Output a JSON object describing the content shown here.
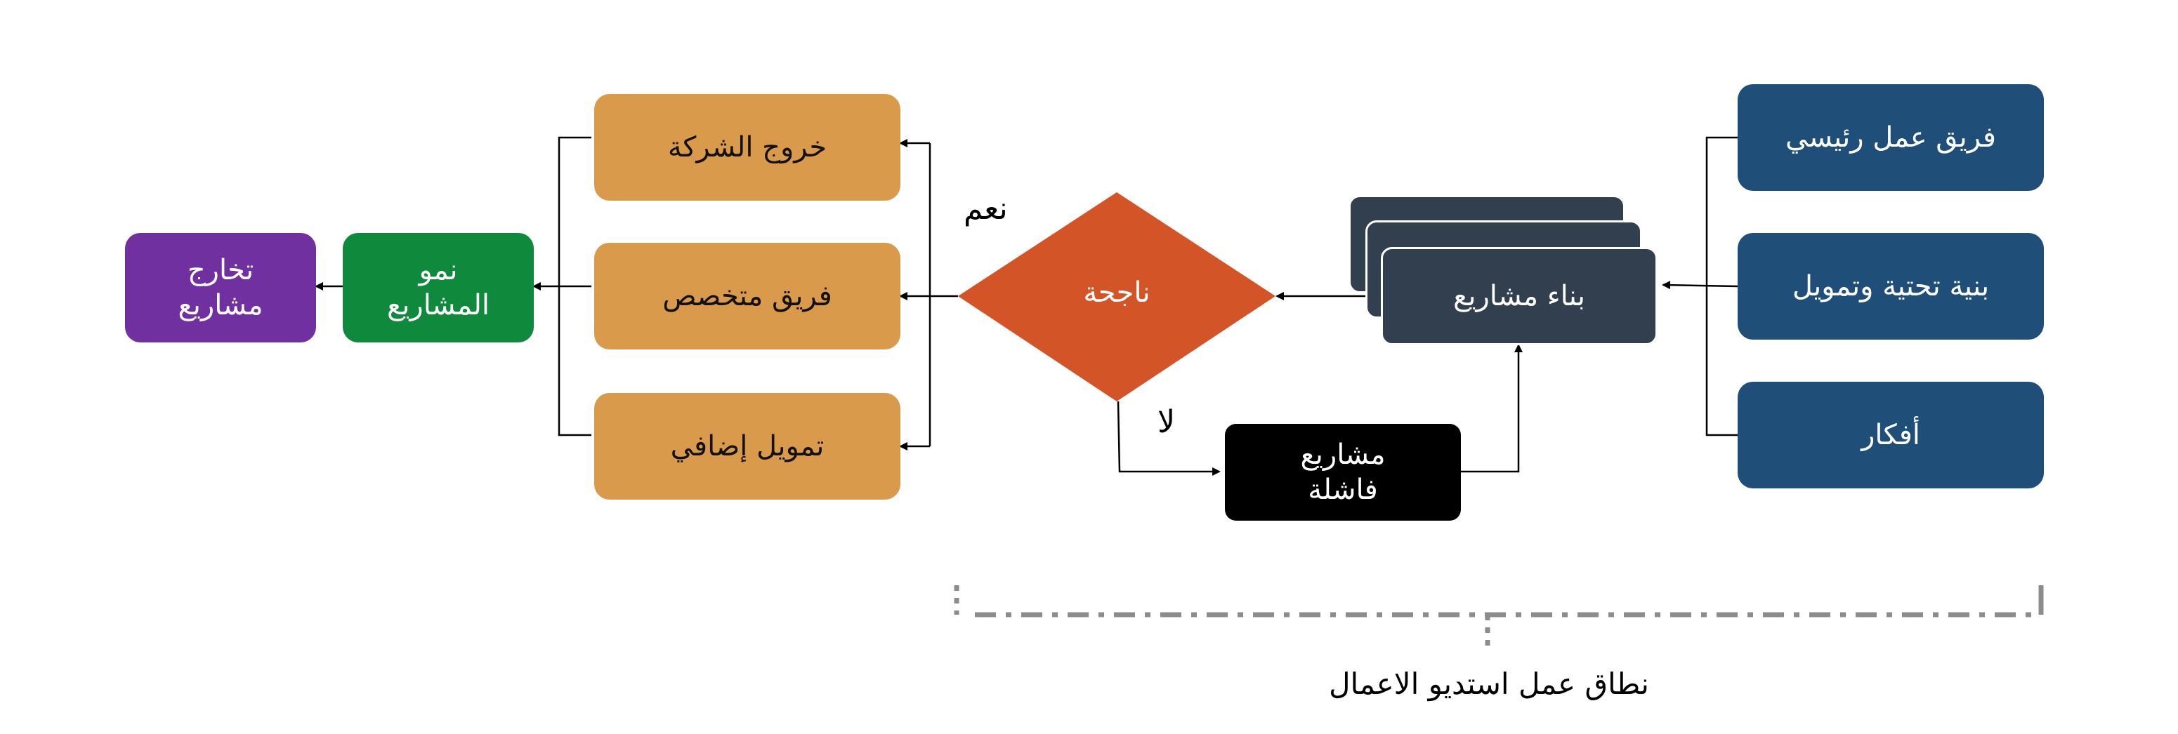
{
  "inputs": {
    "core_team": "فريق عمل رئيسي",
    "infrastructure": "بنية تحتية وتمويل",
    "ideas": "أفكار"
  },
  "build_projects": "بناء مشاريع",
  "decision": {
    "label": "ناجحة",
    "yes": "نعم",
    "no": "لا"
  },
  "failed_projects": {
    "line1": "مشاريع",
    "line2": "فاشلة"
  },
  "outcomes": {
    "company_exit": "خروج الشركة",
    "specialized_team": "فريق متخصص",
    "additional_funding": "تمويل إضافي"
  },
  "growth": {
    "line1": "نمو",
    "line2": "المشاريع"
  },
  "graduation": {
    "line1": "تخارج",
    "line2": "مشاريع"
  },
  "scope_label": "نطاق عمل استديو الاعمال",
  "colors": {
    "input_blue": "#1f4e79",
    "build_slate": "#323f4f",
    "decision_orange": "#d35427",
    "outcome_tan": "#d99a4c",
    "growth_green": "#0f8a3c",
    "graduation_purple": "#7030a0",
    "failed_black": "#000000",
    "scope_gray": "#8c8c8c"
  }
}
